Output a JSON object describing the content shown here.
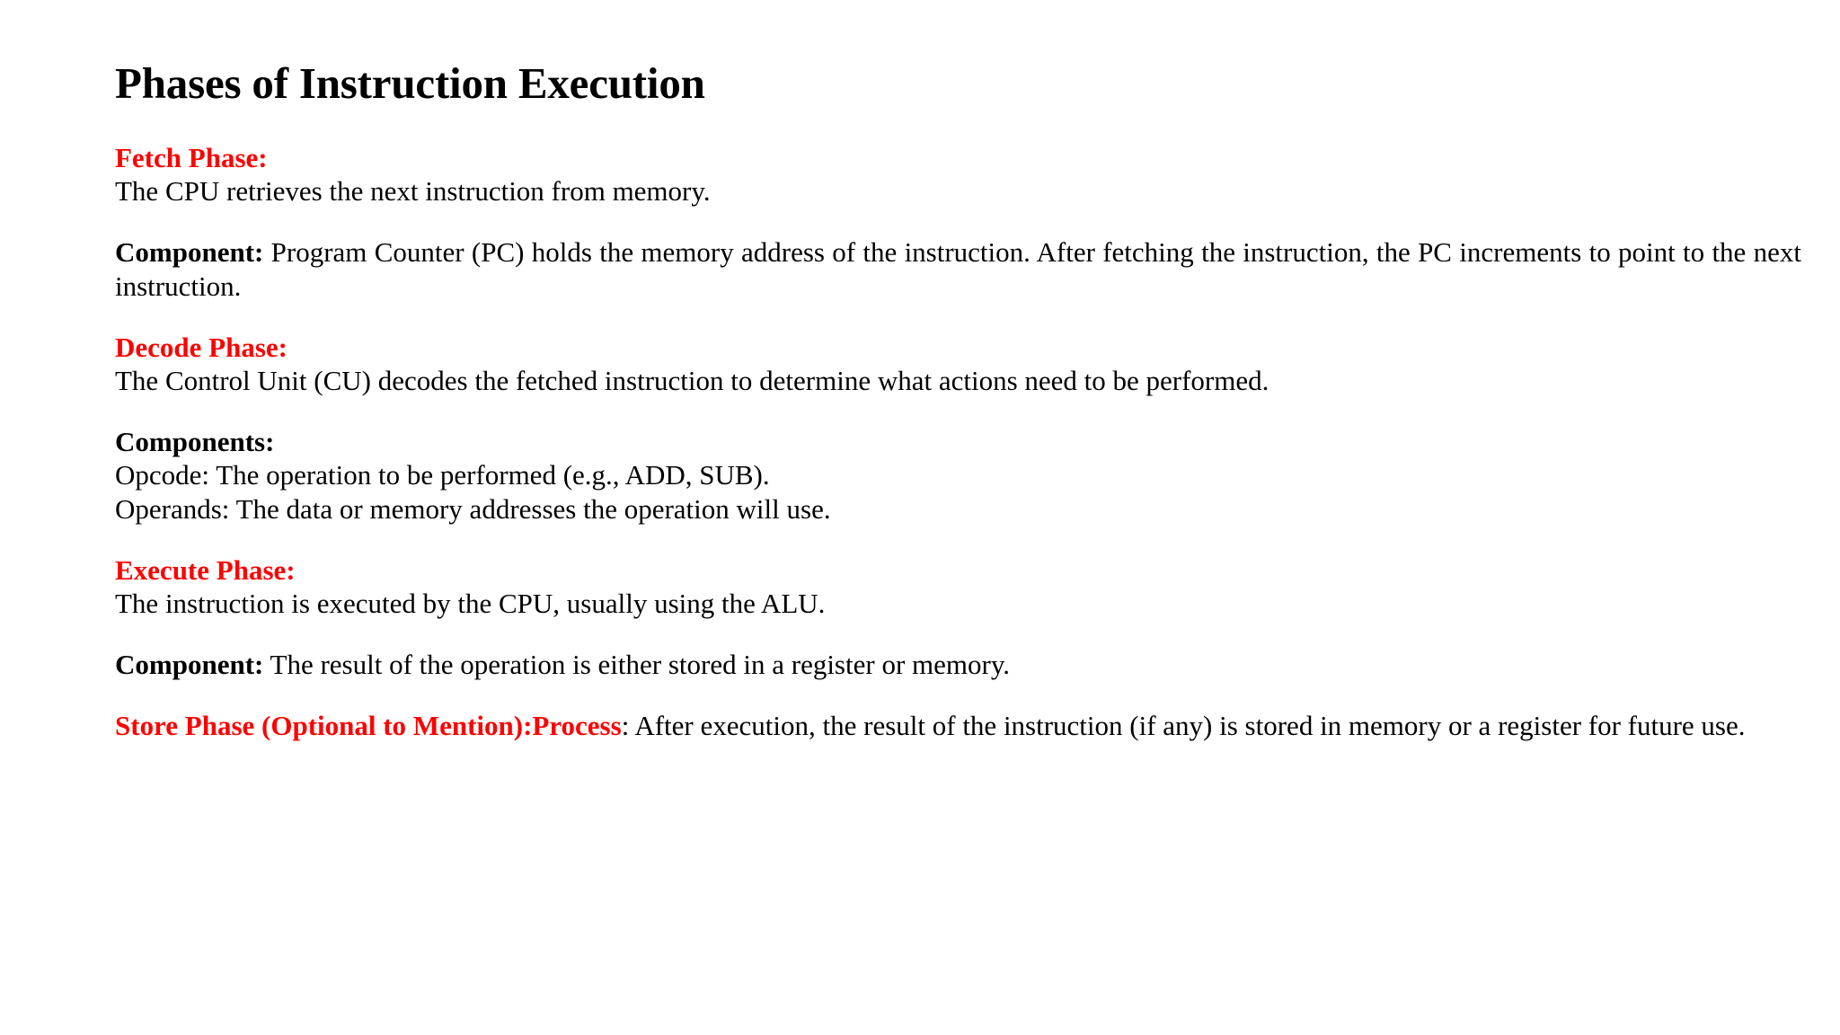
{
  "document": {
    "title": "Phases of Instruction Execution",
    "accent_color": "#ff0000",
    "text_color": "#000000",
    "background_color": "#ffffff",
    "sections": [
      {
        "heading": "Fetch Phase:",
        "description": "The CPU retrieves the next instruction from memory.",
        "component_label": "Component:",
        "component_text": " Program Counter (PC) holds the memory address of the instruction. After fetching the instruction, the PC increments to point to the next instruction."
      },
      {
        "heading": "Decode Phase:",
        "description": "The Control Unit (CU) decodes the fetched instruction to determine what actions need to be performed.",
        "components_label": "Components:",
        "component_items": [
          "Opcode: The operation to be performed (e.g., ADD, SUB).",
          "Operands: The data or memory addresses the operation will use."
        ]
      },
      {
        "heading": "Execute Phase:",
        "description": "The instruction is executed by the CPU, usually using the ALU.",
        "component_label": "Component:",
        "component_text": " The result of the operation is either stored in a register or memory."
      },
      {
        "heading_inline": "Store Phase (Optional to Mention):Process",
        "body_inline": ": After execution, the result of the instruction (if any) is stored in memory or a register for future use."
      }
    ]
  }
}
